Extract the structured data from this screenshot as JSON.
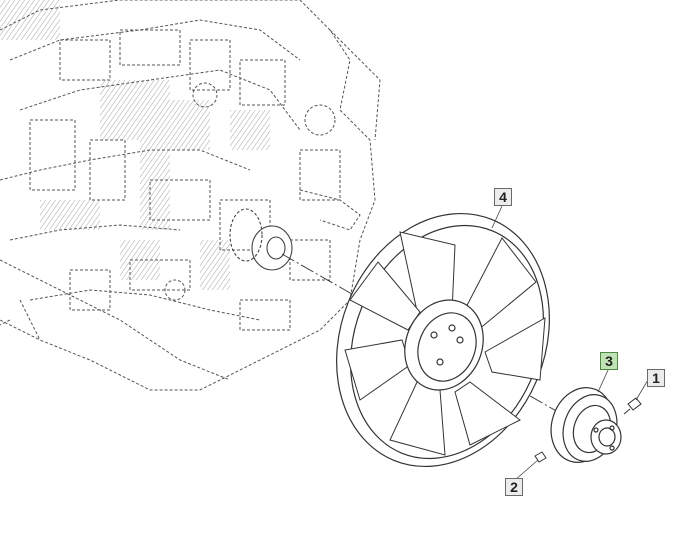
{
  "diagram": {
    "callouts": [
      {
        "id": "1",
        "label": "1",
        "highlighted": false
      },
      {
        "id": "2",
        "label": "2",
        "highlighted": false
      },
      {
        "id": "3",
        "label": "3",
        "highlighted": true
      },
      {
        "id": "4",
        "label": "4",
        "highlighted": false
      }
    ],
    "colors": {
      "line": "#333333",
      "dashed": "#555555",
      "callout_bg": "#ececec",
      "callout_highlight": "#bfe3b4"
    }
  }
}
